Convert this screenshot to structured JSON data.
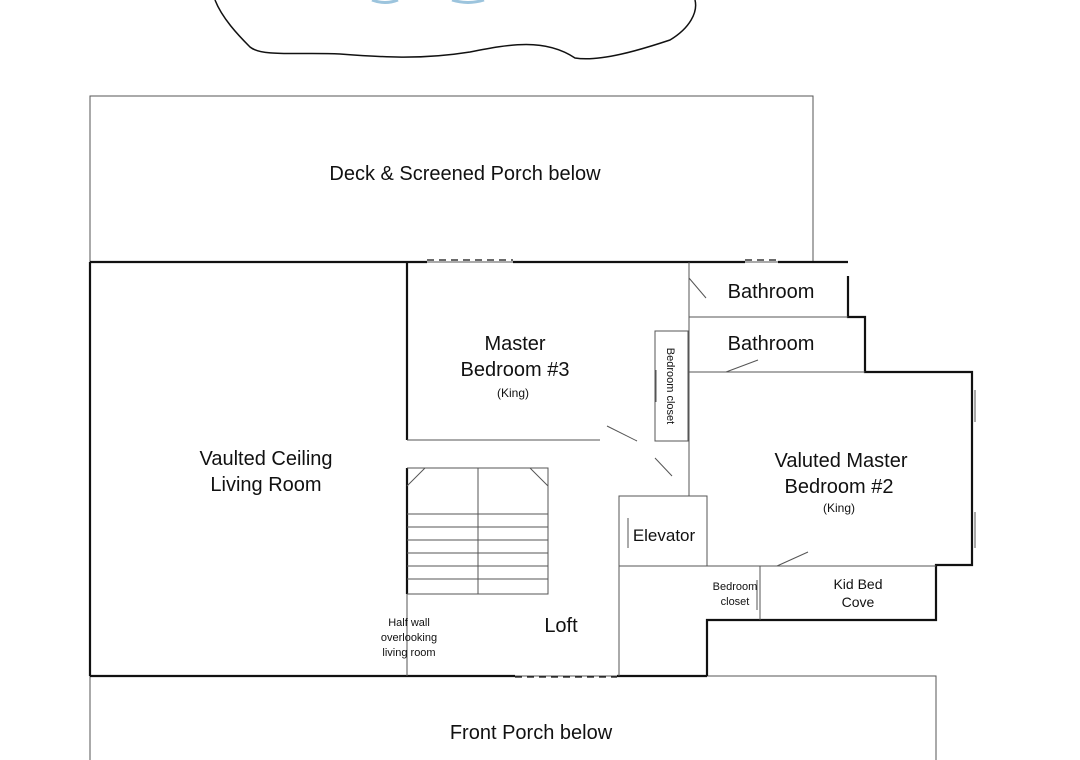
{
  "colors": {
    "wall": "#111111",
    "thin": "#555555",
    "background": "#ffffff"
  },
  "rooms": {
    "deck": "Deck & Screened Porch below",
    "master3_a": "Master",
    "master3_b": "Bedroom #3",
    "master3_bed": "(King)",
    "bath1": "Bathroom",
    "bath2": "Bathroom",
    "closet_vertical": "Bedroom closet",
    "living_a": "Vaulted Ceiling",
    "living_b": "Living Room",
    "master2_a": "Valuted Master",
    "master2_b": "Bedroom #2",
    "master2_bed": "(King)",
    "elevator": "Elevator",
    "closet2_a": "Bedroom",
    "closet2_b": "closet",
    "kid_a": "Kid Bed",
    "kid_b": "Cove",
    "halfwall_a": "Half wall",
    "halfwall_b": "overlooking",
    "halfwall_c": "living room",
    "loft": "Loft",
    "front_porch": "Front Porch below"
  }
}
